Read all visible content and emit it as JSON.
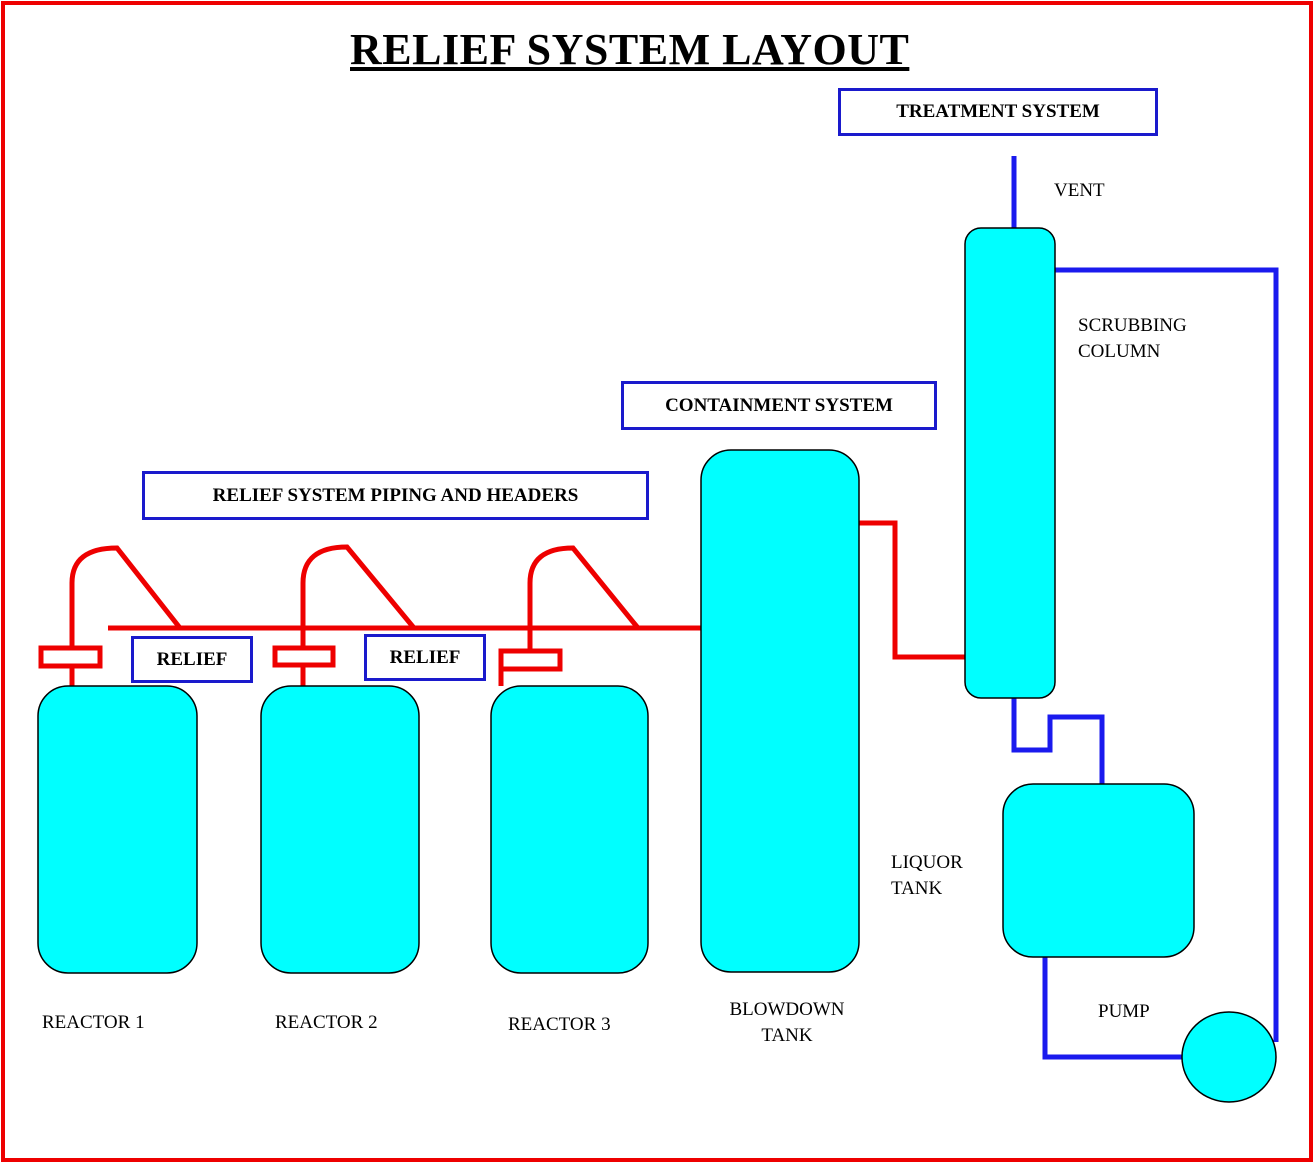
{
  "title": "RELIEF SYSTEM LAYOUT",
  "system_labels": {
    "treatment": "TREATMENT SYSTEM",
    "containment": "CONTAINMENT SYSTEM",
    "piping": "RELIEF SYSTEM PIPING AND HEADERS",
    "relief_1": "RELIEF",
    "relief_2": "RELIEF"
  },
  "equipment": {
    "reactor_1": "REACTOR 1",
    "reactor_2": "REACTOR 2",
    "reactor_3": "REACTOR 3",
    "blowdown_line1": "BLOWDOWN",
    "blowdown_line2": "TANK",
    "vent": "VENT",
    "scrubbing_line1": "SCRUBBING",
    "scrubbing_line2": "COLUMN",
    "liquor_line1": "LIQUOR",
    "liquor_line2": "TANK",
    "pump": "PUMP"
  },
  "colors": {
    "frame": "#ee0000",
    "relief_pipe": "#ee0000",
    "treatment_pipe": "#1a1aee",
    "vessel_fill": "#00ffff",
    "label_border": "#1a1acc"
  }
}
